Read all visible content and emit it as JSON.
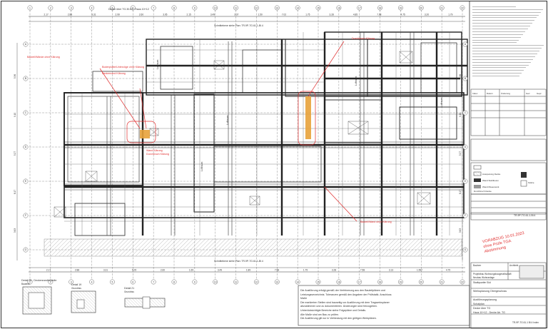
{
  "plan": {
    "title_top": "Decke über TG.30.61 / Haus 10+12",
    "section_top": "Schnittebene siehe Plan: TR-9P-TG.61-1-Bl.4",
    "section_bottom": "Schnittebene siehe Plan: TR-9P-TG.61-1-Bl.4",
    "axis_numbers": [
      "1",
      "2",
      "3",
      "4",
      "5",
      "6",
      "7",
      "8",
      "9",
      "10",
      "11",
      "12",
      "13",
      "14",
      "15",
      "16",
      "17",
      "18",
      "19",
      "20",
      "21",
      "22"
    ],
    "axis_letters": [
      "A",
      "B",
      "C",
      "D",
      "E",
      "F",
      "G"
    ],
    "dims_top": [
      "2.17",
      "2.88",
      "3.31",
      "2.99",
      "2.60",
      "3.05",
      "2.15",
      "3.49",
      "3.37",
      "1.50",
      "7.02",
      "1.75",
      "3.28",
      "4.85",
      "7.08",
      "4.75",
      "3.20",
      "1.79"
    ],
    "dims_bottom": [
      "2.17",
      "2.88",
      "3.31",
      "5.05",
      "2.60",
      "1.69",
      "3.49",
      "1.89",
      "7.58",
      "1.75",
      "3.28",
      "7.58",
      "3.13",
      "1.597",
      "4.75"
    ],
    "dims_side": [
      "5.36",
      "9.10",
      "5.27",
      "8.17",
      "3.63"
    ],
    "red_notes": [
      "Bauteil/Wände ohne Klärung",
      "Bodenplatte/Unterzüge ohne Klärung",
      "Deckenrand Klärung",
      "Durchbruch Klärung",
      "Wand Klärung",
      "Durchbruch Klärung",
      "Bauteil/Wand ohne Klärung"
    ],
    "room_labels": [
      "Luftraum",
      "Luftraum",
      "Luftraum",
      "Luftraum",
      "Luftraum"
    ]
  },
  "details": [
    {
      "title": "Detail 18 - Deckenrandbauteile",
      "sub": "Bauteile"
    },
    {
      "title": "Detail 19",
      "sub": "Grundriss"
    },
    {
      "title": "Detail 21",
      "sub": "Grundriss"
    }
  ],
  "notes_box": [
    "Die Ausführung erfolgt gemäß der Verfeinerung aus den Bauteilplänen und",
    "Leistungsverzeichnis. Toleranzen gemäß den Angaben der Prüfstatik. Anschluss",
    "Maße",
    "Die markierten Stellen sind bauseitig vor Ausführung mit dem Tragwerksplaner",
    "abzustimmen und zu dokumentieren. Änderungen sind freizugeben.",
    "Unberücksichtigte Bereiche siehe Folgepläne und Details.",
    "Alle Maße sind am Bau zu prüfen.",
    "Die Ausführung gilt nur in Verbindung mit den gültigen Werkplänen."
  ],
  "stamp": [
    "VORABZUG 10.01.2023",
    "ohne Prüfe TGA",
    "Abstimmung"
  ],
  "title_block": {
    "revision_table_headers": [
      "Index",
      "Datum",
      "Änderung",
      "Gez.",
      "Gepr."
    ],
    "plan_number": "TR-9P-TG.61-1-Bl.4",
    "client_label": "Bauherr",
    "architect_label": "Architekt",
    "project": "Projektbau Wohnungsbaugesellschaft",
    "building": "Neubau Wohnanlage",
    "location": "Stadtquartier Süd",
    "plan_type": "Werksplanung Obergeschoss",
    "content": "Ausführungsplanung",
    "scale_label": "Schalplan",
    "level": "Decke über TG",
    "sheet": "Haus 10+12 - Decke Ab. TG",
    "footer": "TR-9P-TG.61-1 Bl.4 Index"
  },
  "legend": {
    "items": [
      "Durchbruch Decke",
      "Aussparung Decke",
      "Wand Stahlbeton",
      "Wand Mauerwerk",
      "Stütze"
    ]
  },
  "colors": {
    "line": "#2a2a2a",
    "red": "#e03030",
    "orange": "#e8a23a",
    "hatch": "#9a9a9a"
  }
}
